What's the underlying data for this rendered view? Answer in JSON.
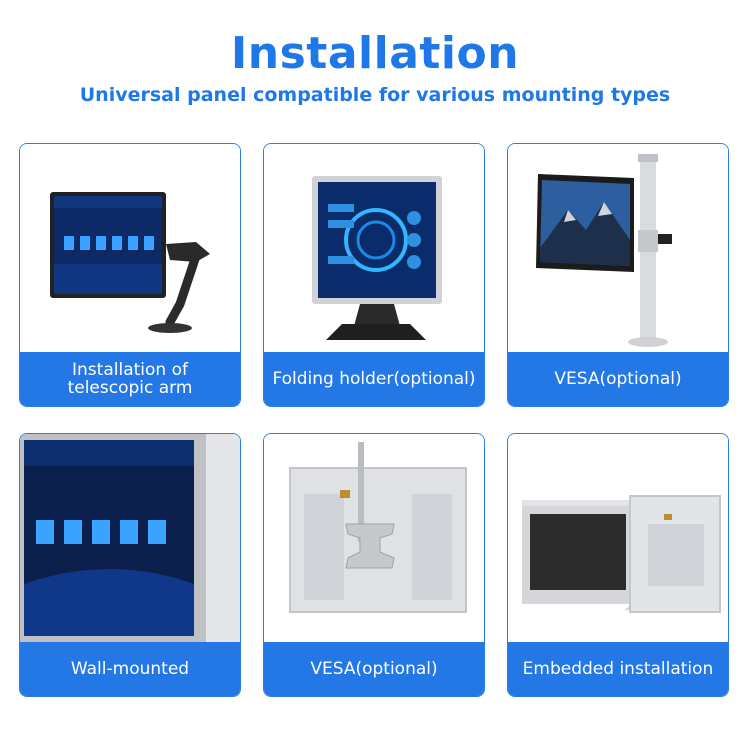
{
  "header": {
    "title": "Installation",
    "subtitle": "Universal panel compatible for various mounting types"
  },
  "cards": [
    {
      "label": "Installation of\ntelescopic arm",
      "image": "monitor-on-telescopic-arm"
    },
    {
      "label": "Folding holder(optional)",
      "image": "monitor-on-folding-stand"
    },
    {
      "label": "VESA(optional)",
      "image": "monitor-on-pole-mount"
    },
    {
      "label": "Wall-mounted",
      "image": "wall-mounted-panel-closeup"
    },
    {
      "label": "VESA(optional)",
      "image": "panel-back-with-vesa-bracket"
    },
    {
      "label": "Embedded installation",
      "image": "embedded-panel-front-and-back"
    }
  ],
  "colors": {
    "accent": "#1e78e8",
    "label_bg": "#2378e6",
    "card_border": "#2a7fe6"
  }
}
